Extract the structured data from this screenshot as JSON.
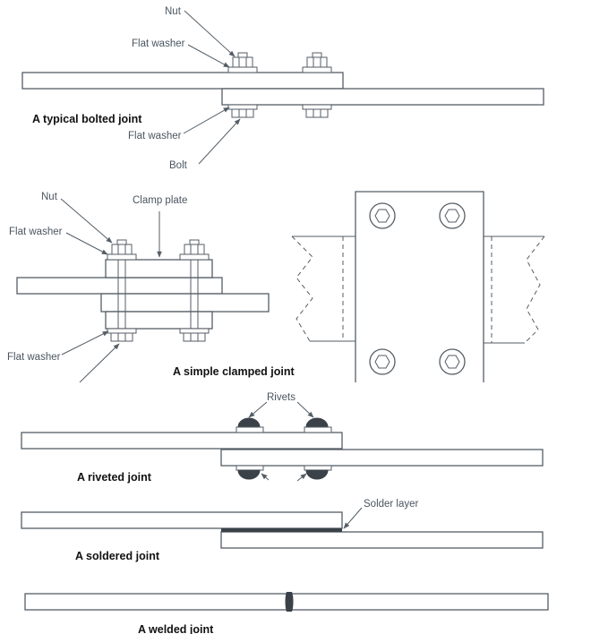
{
  "bolted": {
    "caption": "A typical bolted joint",
    "nut": "Nut",
    "flat_washer_top": "Flat washer",
    "flat_washer_bottom": "Flat washer",
    "bolt": "Bolt"
  },
  "clamped": {
    "caption": "A simple clamped joint",
    "nut": "Nut",
    "clamp_plate": "Clamp plate",
    "flat_washer_top": "Flat washer",
    "flat_washer_bottom": "Flat washer"
  },
  "riveted": {
    "caption": "A riveted joint",
    "rivets": "Rivets"
  },
  "soldered": {
    "caption": "A soldered joint",
    "solder_layer": "Solder layer"
  },
  "welded": {
    "caption": "A welded joint"
  },
  "colors": {
    "line": "#555e66",
    "label": "#4a5560",
    "caption": "#111111"
  }
}
